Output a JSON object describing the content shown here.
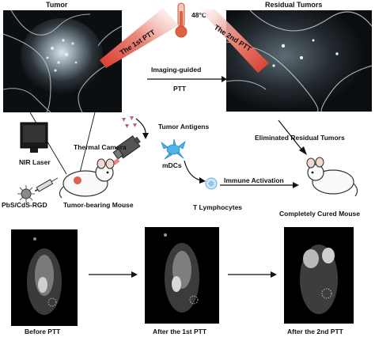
{
  "top": {
    "tumor_label": "Tumor",
    "residual_label": "Residual Tumors",
    "temperature": "48°C",
    "ptt1_label": "The 1st PTT",
    "ptt2_label": "The 2nd PTT",
    "guided_line1": "Imaging-guided",
    "guided_line2": "PTT"
  },
  "middle": {
    "tumor_antigens": "Tumor Antigens",
    "thermal_camera": "Thermal Camera",
    "nir_laser": "NIR Laser",
    "mdcs": "mDCs",
    "immune_activation": "Immune Activation",
    "t_lymphocytes": "T Lymphocytes",
    "eliminated": "Eliminated Residual Tumors",
    "pbs_label": "PbS/CdS-RGD",
    "tumor_bearing": "Tumor-bearing  Mouse",
    "cured": "Completely Cured Mouse"
  },
  "bottom": {
    "before": "Before PTT",
    "after1": "After the 1st PTT",
    "after2": "After the 2nd PTT"
  },
  "colors": {
    "laser_red": "#d8382c",
    "thermometer": "#e0603f",
    "antigen_pink": "#c0607a",
    "mdc_blue": "#4fb3e8",
    "tcell_blue": "#8cc8ec"
  }
}
